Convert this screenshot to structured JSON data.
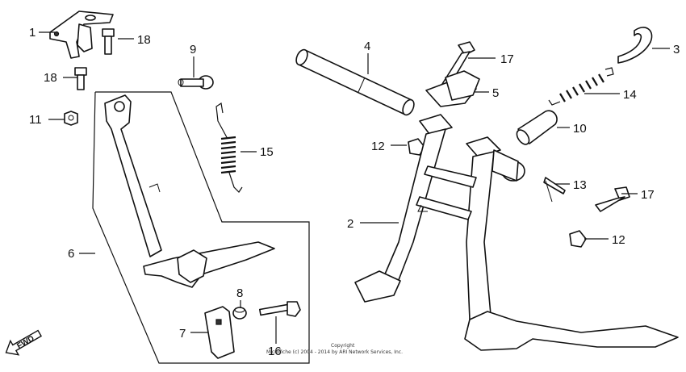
{
  "copyright": {
    "line1": "Copyright",
    "line2": "Microfiche (c) 2004 - 2014 by ARI Network Services, Inc."
  },
  "direction": {
    "label": "FWD",
    "icon": "forward-arrow-icon"
  },
  "callouts": {
    "c1": "1",
    "c2": "2",
    "c3": "3",
    "c4": "4",
    "c5": "5",
    "c6": "6",
    "c7": "7",
    "c8": "8",
    "c9": "9",
    "c10": "10",
    "c11": "11",
    "c12a": "12",
    "c12b": "12",
    "c13": "13",
    "c14": "14",
    "c15": "15",
    "c16": "16",
    "c17a": "17",
    "c17b": "17",
    "c18a": "18",
    "c18b": "18"
  }
}
